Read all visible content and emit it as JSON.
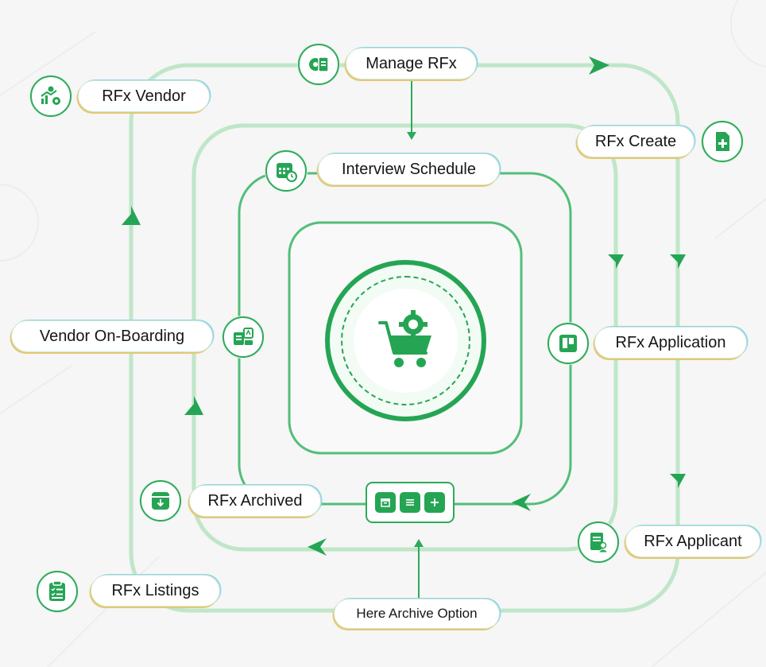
{
  "diagram": {
    "hub": {
      "icon": "cart-gear-icon"
    },
    "colors": {
      "green": "#25a554",
      "light_green": "#bfe6c8",
      "pill_gold": "#e6c870",
      "pill_blue": "#8fd5ea"
    },
    "nodes": {
      "manage_rfx": "Manage RFx",
      "rfx_vendor": "RFx Vendor",
      "rfx_create": "RFx Create",
      "interview_schedule": "Interview Schedule",
      "vendor_onboarding": "Vendor On-Boarding",
      "rfx_application": "RFx Application",
      "rfx_archived": "RFx Archived",
      "rfx_applicant": "RFx Applicant",
      "rfx_listings": "RFx Listings",
      "archive_option": "Here Archive Option"
    },
    "toolbar": [
      "archive-icon",
      "list-icon",
      "plus-icon"
    ]
  }
}
